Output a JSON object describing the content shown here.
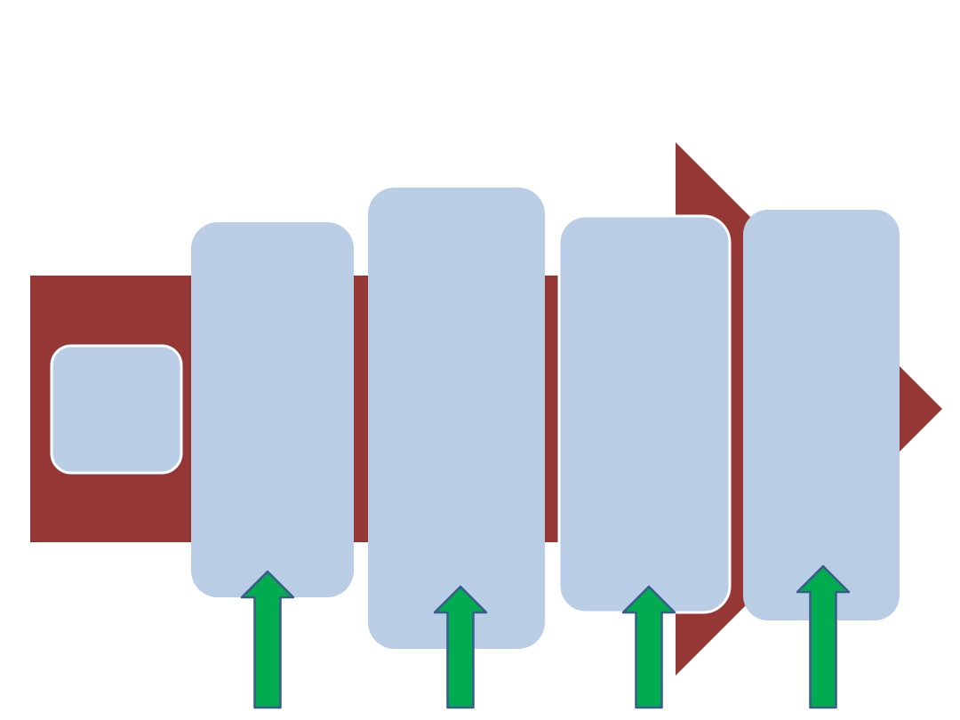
{
  "diagram": {
    "type": "process-flow",
    "colors": {
      "main_arrow": "#953735",
      "box_fill": "#b9cde5",
      "box_stroke": "#ffffff",
      "up_arrow_fill": "#00ac4f",
      "up_arrow_stroke": "#3b5a8e"
    },
    "boxes": [
      {
        "id": "box-1",
        "text": ""
      },
      {
        "id": "box-2",
        "text": ""
      },
      {
        "id": "box-3",
        "text": ""
      },
      {
        "id": "box-4",
        "text": ""
      },
      {
        "id": "box-5",
        "text": ""
      }
    ],
    "input_arrows": [
      {
        "id": "input-arrow-1",
        "target": "box-2"
      },
      {
        "id": "input-arrow-2",
        "target": "box-3"
      },
      {
        "id": "input-arrow-3",
        "target": "box-4"
      },
      {
        "id": "input-arrow-4",
        "target": "box-5"
      }
    ]
  }
}
